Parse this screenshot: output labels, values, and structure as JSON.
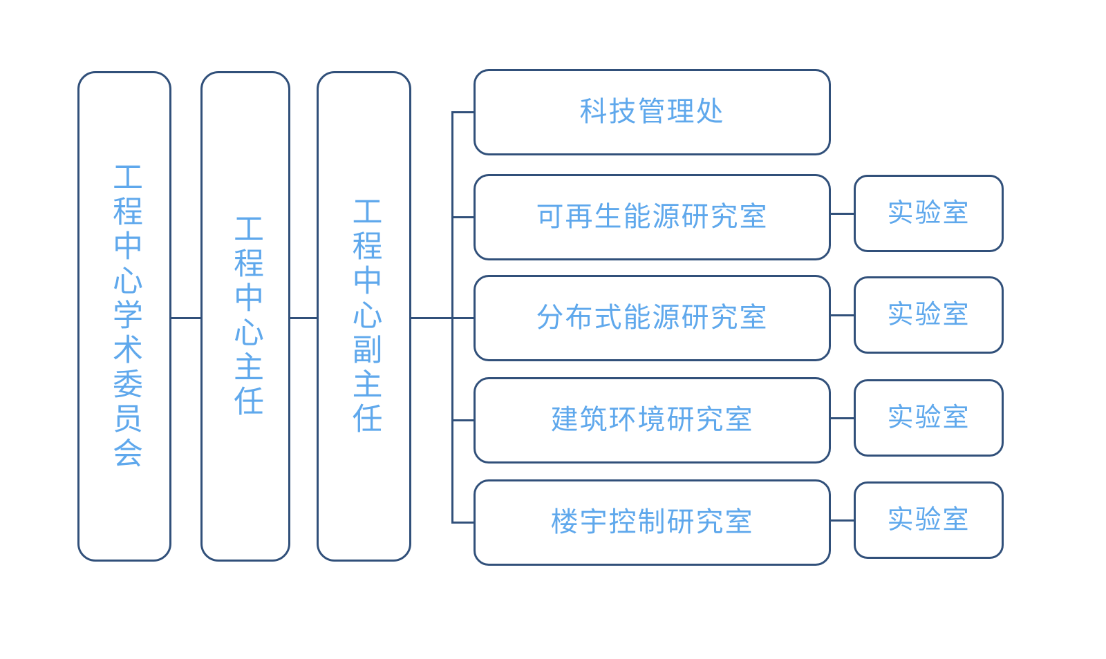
{
  "diagram": {
    "type": "organizational-chart",
    "title": "",
    "colors": {
      "box_border": "#31507A",
      "text": "#5FA8EC",
      "connector": "#31507A",
      "background": "#FFFFFF"
    },
    "leadership": [
      {
        "id": "academic-committee",
        "label": "工程中心学术委员会"
      },
      {
        "id": "center-director",
        "label": "工程中心主任"
      },
      {
        "id": "deputy-director",
        "label": "工程中心副主任"
      }
    ],
    "departments": [
      {
        "id": "dept-0",
        "label": "科技管理处",
        "lab": null
      },
      {
        "id": "dept-1",
        "label": "可再生能源研究室",
        "lab": "实验室"
      },
      {
        "id": "dept-2",
        "label": "分布式能源研究室",
        "lab": "实验室"
      },
      {
        "id": "dept-3",
        "label": "建筑环境研究室",
        "lab": "实验室"
      },
      {
        "id": "dept-4",
        "label": "楼宇控制研究室",
        "lab": "实验室"
      }
    ]
  }
}
